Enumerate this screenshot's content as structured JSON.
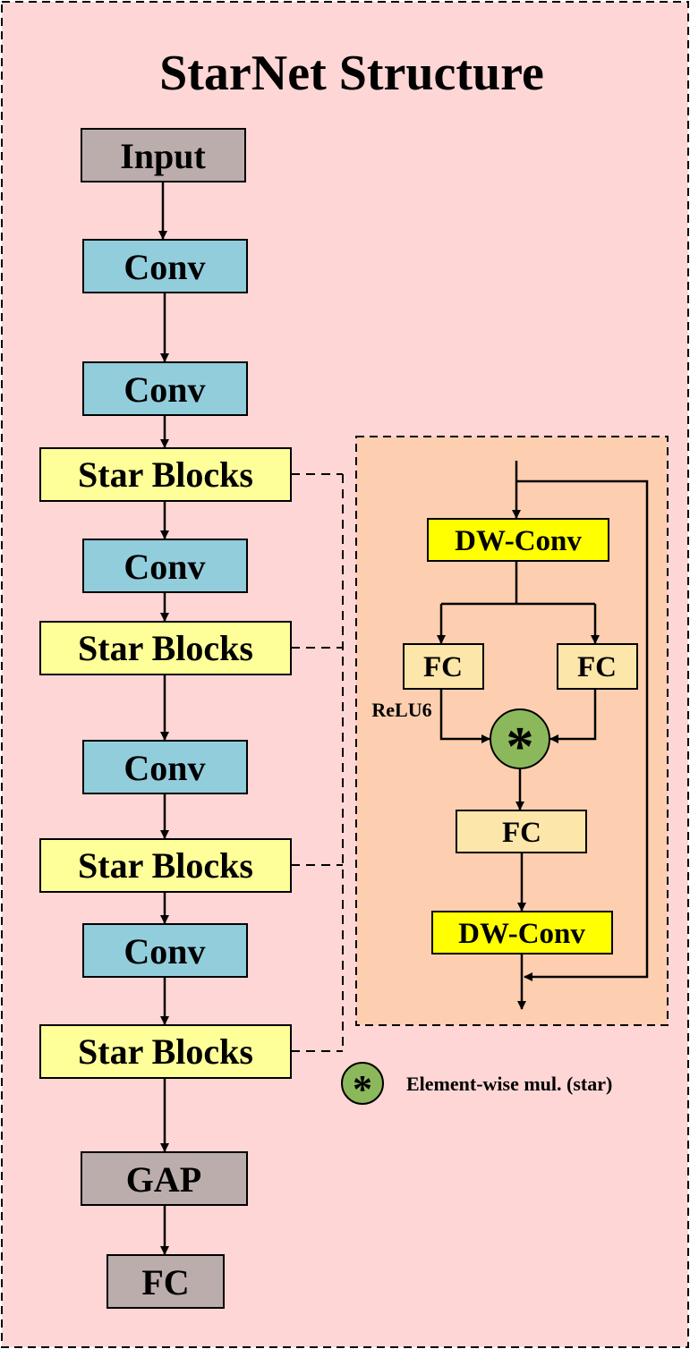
{
  "title": "StarNet Structure",
  "main_column": [
    {
      "id": "input",
      "label": "Input",
      "kind": "gray"
    },
    {
      "id": "conv1",
      "label": "Conv",
      "kind": "blue"
    },
    {
      "id": "conv2",
      "label": "Conv",
      "kind": "blue"
    },
    {
      "id": "star1",
      "label": "Star Blocks",
      "kind": "yellow-light"
    },
    {
      "id": "conv3",
      "label": "Conv",
      "kind": "blue"
    },
    {
      "id": "star2",
      "label": "Star Blocks",
      "kind": "yellow-light"
    },
    {
      "id": "conv4",
      "label": "Conv",
      "kind": "blue"
    },
    {
      "id": "star3",
      "label": "Star Blocks",
      "kind": "yellow-light"
    },
    {
      "id": "conv5",
      "label": "Conv",
      "kind": "blue"
    },
    {
      "id": "star4",
      "label": "Star Blocks",
      "kind": "yellow-light"
    },
    {
      "id": "gap",
      "label": "GAP",
      "kind": "gray"
    },
    {
      "id": "fc_out",
      "label": "FC",
      "kind": "gray"
    }
  ],
  "star_block_detail": {
    "dwconv_top": "DW-Conv",
    "fc_left": "FC",
    "fc_right": "FC",
    "activation": "ReLU6",
    "star_symbol": "*",
    "fc_merge": "FC",
    "dwconv_bottom": "DW-Conv"
  },
  "legend": {
    "symbol": "*",
    "label": "Element-wise mul. (star)"
  },
  "colors": {
    "background": "#ffd6d6",
    "detail_background": "#fdcfb0",
    "gray_box": "#bcadad",
    "blue_box": "#92cddc",
    "yellow_light_box": "#ffff99",
    "yellow_box": "#ffff00",
    "fc_box": "#fde6a9",
    "star_circle": "#8cb85c"
  }
}
